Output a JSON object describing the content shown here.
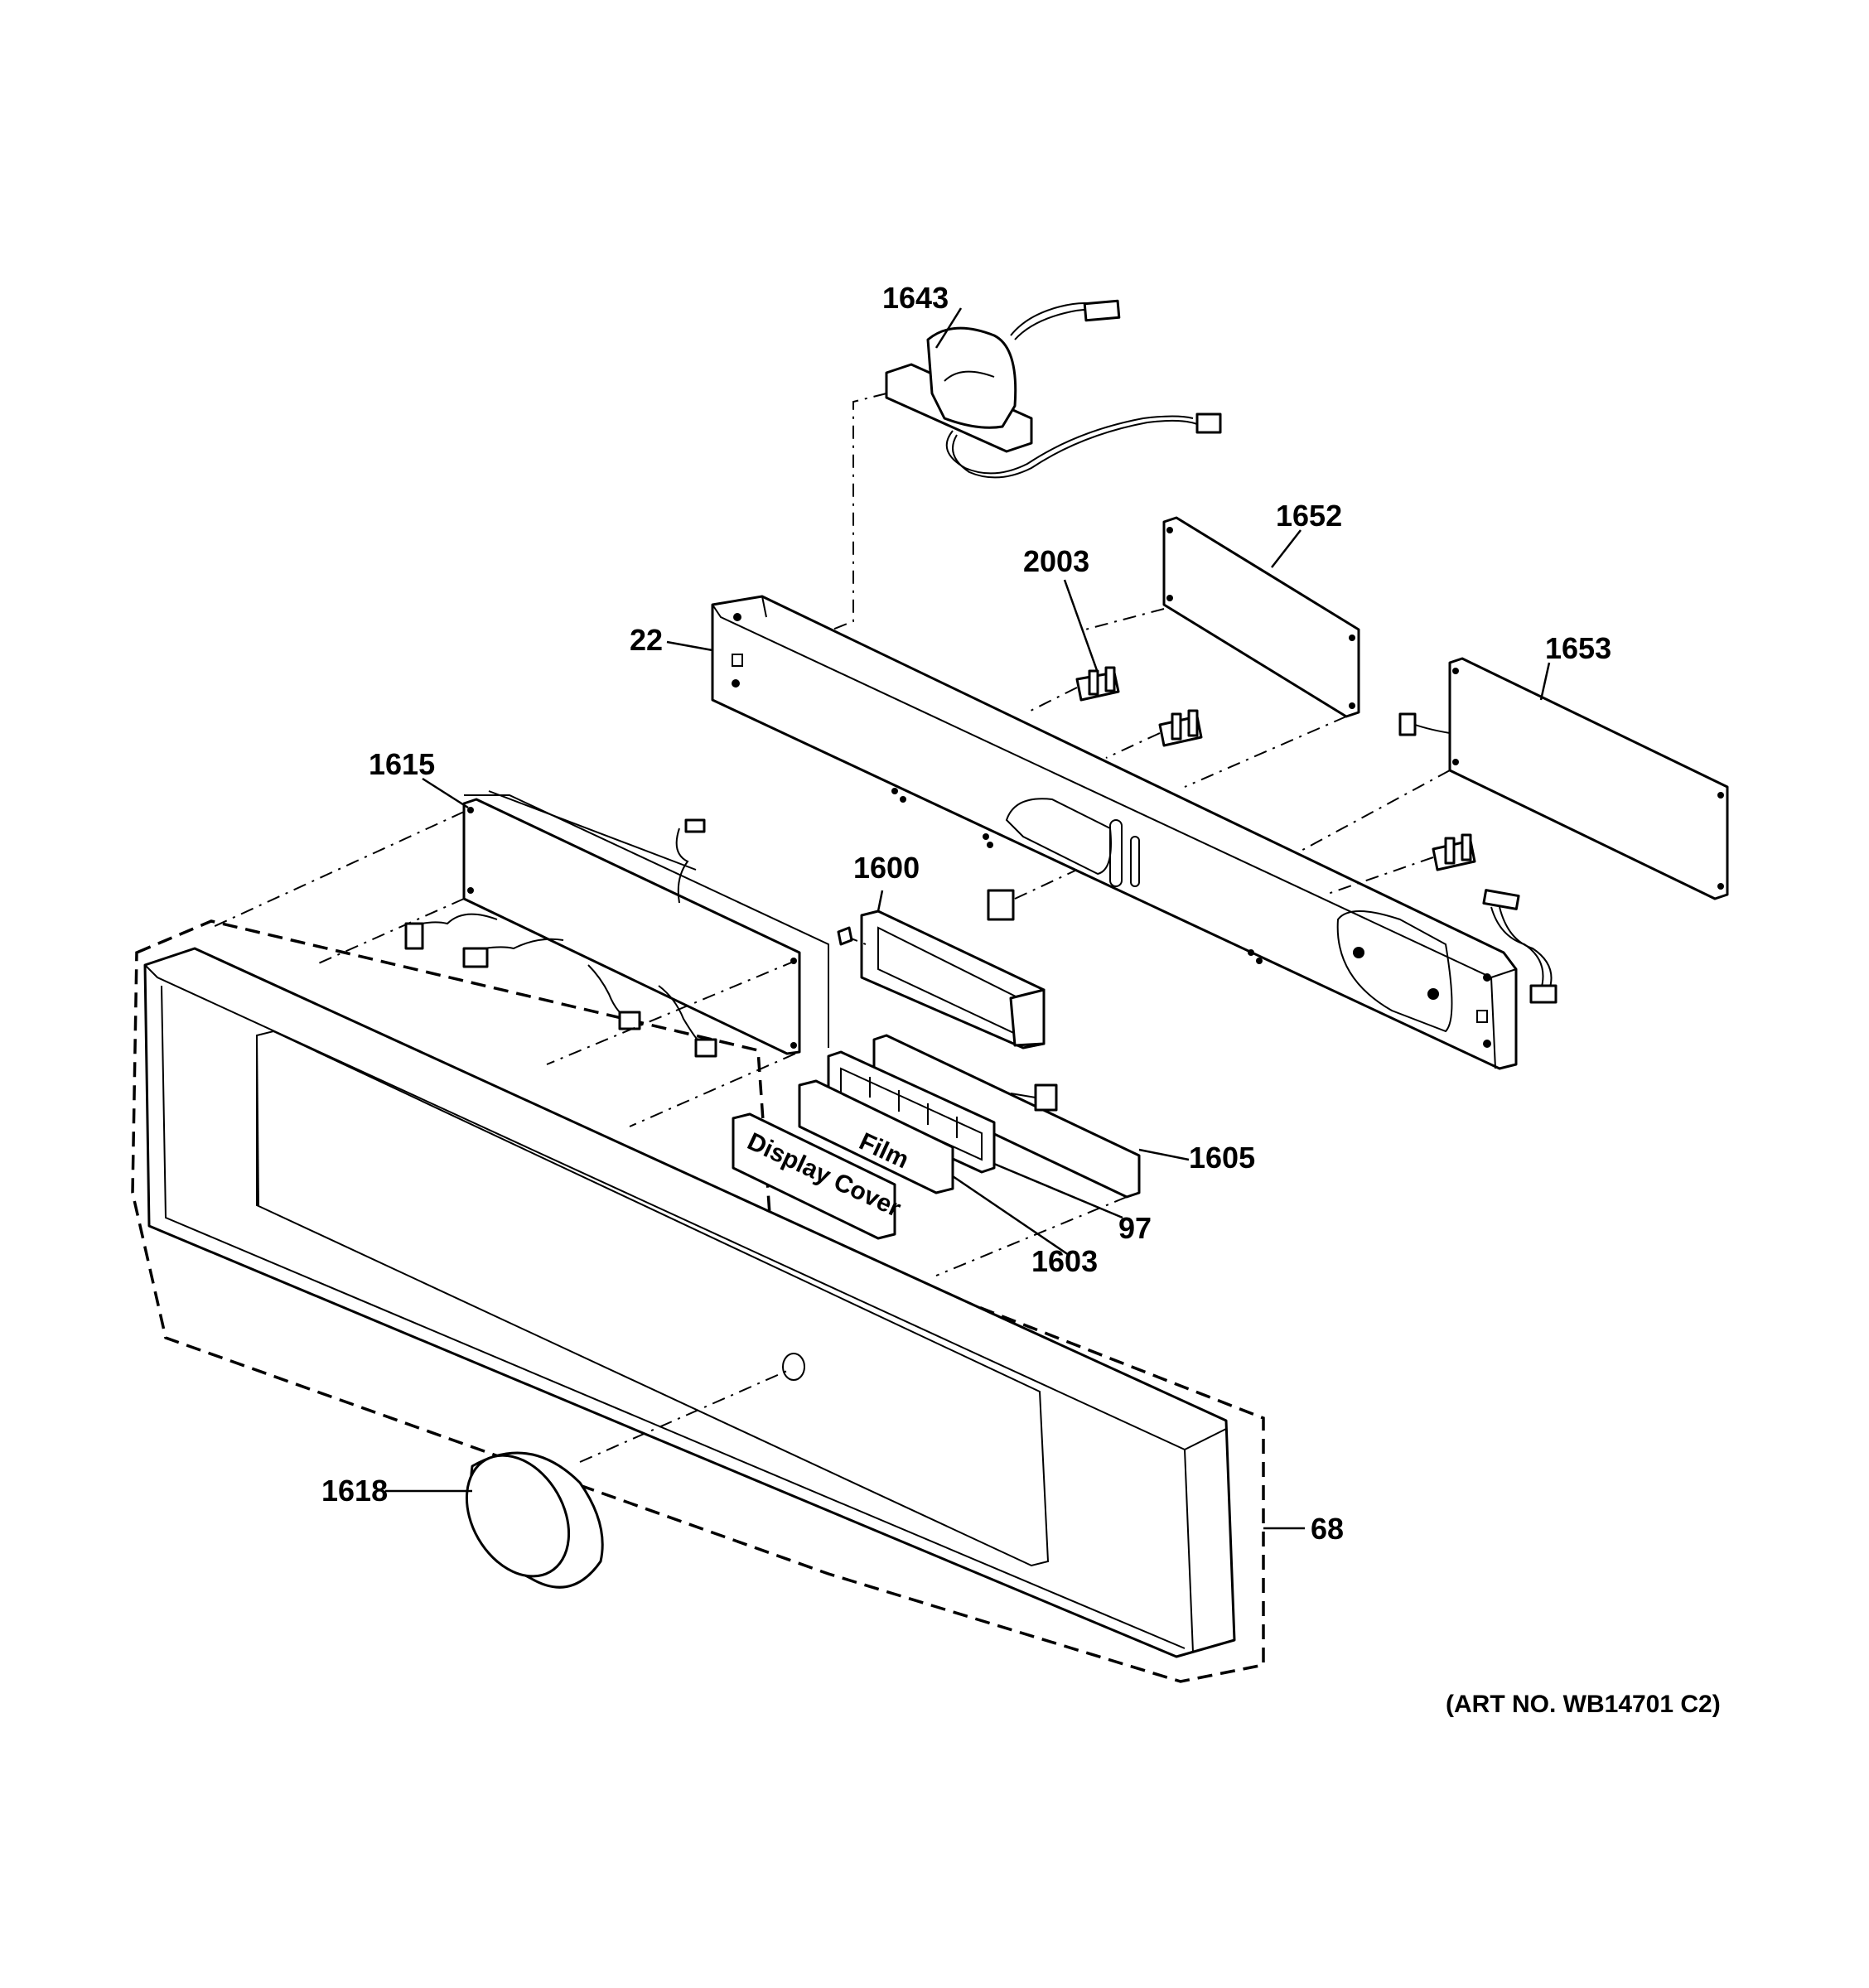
{
  "callouts": {
    "c1643": "1643",
    "c1652": "1652",
    "c2003": "2003",
    "c22": "22",
    "c1653": "1653",
    "c1615": "1615",
    "c1600": "1600",
    "c1605": "1605",
    "c97": "97",
    "c1603": "1603",
    "c1618": "1618",
    "c68": "68"
  },
  "labels": {
    "film": "Film",
    "display_cover": "Display Cover"
  },
  "art_number": "(ART NO. WB14701 C2)"
}
